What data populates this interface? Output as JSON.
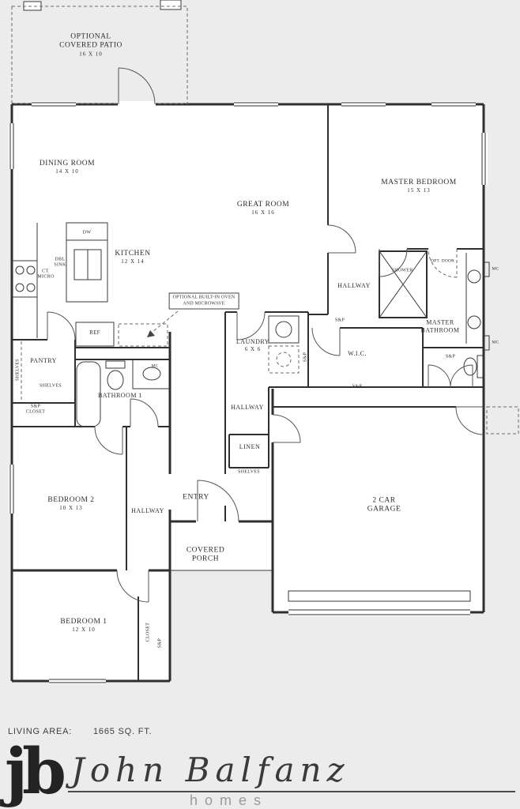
{
  "page": {
    "background": "#ececec",
    "paper": "#ffffff",
    "line_color": "#2f2f2f"
  },
  "rooms": {
    "patio": {
      "line1": "OPTIONAL",
      "line2": "COVERED PATIO",
      "dim": "16 X 10"
    },
    "dining": {
      "name": "DINING ROOM",
      "dim": "14 X 10"
    },
    "great": {
      "name": "GREAT ROOM",
      "dim": "16 X 16"
    },
    "master_bedroom": {
      "name": "MASTER BEDROOM",
      "dim": "15 X 13"
    },
    "kitchen": {
      "name": "KITCHEN",
      "dim": "12 X 14"
    },
    "hallway_master": {
      "name": "HALLWAY"
    },
    "master_bathroom": {
      "line1": "MASTER",
      "line2": "BATHROOM"
    },
    "laundry": {
      "name": "LAUNDRY",
      "dim": "6 X 6"
    },
    "wic": {
      "name": "W.I.C."
    },
    "pantry": {
      "name": "PANTRY"
    },
    "bathroom1": {
      "name": "BATHROOM 1"
    },
    "hallway_center": {
      "name": "HALLWAY"
    },
    "linen": {
      "name": "LINEN"
    },
    "entry": {
      "name": "ENTRY"
    },
    "bedroom2": {
      "name": "BEDROOM 2",
      "dim": "10 X 13"
    },
    "hallway_bedrooms": {
      "name": "HALLWAY"
    },
    "garage": {
      "line1": "2 CAR",
      "line2": "GARAGE"
    },
    "porch": {
      "line1": "COVERED",
      "line2": "PORCH"
    },
    "bedroom1": {
      "name": "BEDROOM 1",
      "dim": "12 X 10"
    }
  },
  "annotations": {
    "builtin": {
      "line1": "OPTIONAL BUILT-IN OVEN",
      "line2": "AND MICROWAVE"
    },
    "shower": "SHOWER",
    "opt_door": "OPT. DOOR",
    "dw": "DW",
    "dbl_sink": {
      "line1": "DBL",
      "line2": "SINK"
    },
    "micro": {
      "line1": "CT.",
      "line2": "MICRO"
    },
    "ref": "REF",
    "shelves": "SHELVES",
    "closet": "CLOSET",
    "sp": "S&P",
    "mc": "MC"
  },
  "footer": {
    "living_area_label": "LIVING AREA:",
    "living_area_value": "1665 SQ. FT."
  },
  "brand": {
    "monogram": "jb",
    "name": "John Balfanz",
    "tagline": "homes"
  }
}
